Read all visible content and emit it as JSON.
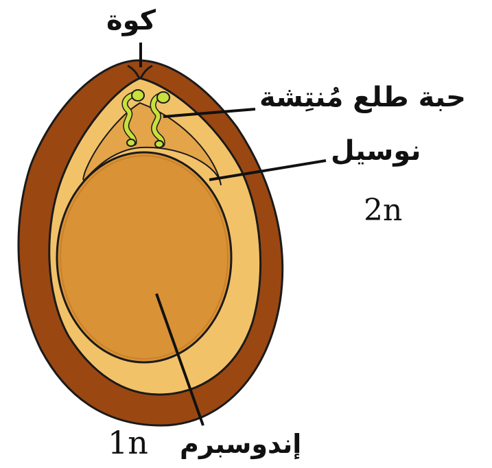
{
  "labels": {
    "micropyle": "كوة",
    "pollen_grain": "حبة طلع مُنتِشة",
    "nucellus": "نوسيل",
    "nucellus_ploidy": "2n",
    "endosperm": "إندوسبرم",
    "endosperm_ploidy": "1n"
  },
  "colors": {
    "outer_coat": "#9a4712",
    "nucellus": "#f2c269",
    "inner_layer": "#e4a449",
    "endosperm": "#d99236",
    "pollen": "#c8e03c",
    "outline": "#1a1a1a"
  }
}
